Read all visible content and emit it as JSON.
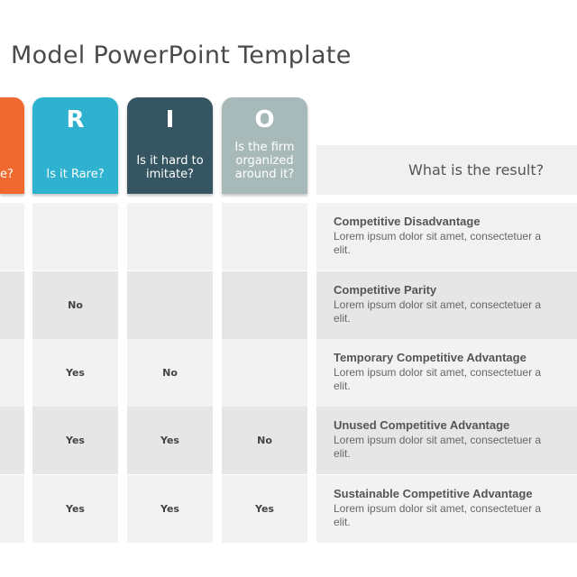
{
  "title": "Model PowerPoint Template",
  "columns": [
    {
      "letter": "",
      "question": "e?",
      "color": "#f0692e"
    },
    {
      "letter": "R",
      "question": "Is it Rare?",
      "color": "#2fb2cf"
    },
    {
      "letter": "I",
      "question": "Is it hard to imitate?",
      "color": "#345561"
    },
    {
      "letter": "O",
      "question": "Is the firm organized around it?",
      "color": "#a8b9ba"
    }
  ],
  "result_header": "What is the result?",
  "rows": [
    {
      "cells": [
        "",
        "",
        "",
        ""
      ],
      "result": "Competitive Disadvantage",
      "desc": "Lorem ipsum dolor sit amet, consectetuer a",
      "desc2": "elit."
    },
    {
      "cells": [
        "",
        "No",
        "",
        ""
      ],
      "result": "Competitive Parity",
      "desc": "Lorem ipsum dolor sit amet, consectetuer a",
      "desc2": "elit."
    },
    {
      "cells": [
        "",
        "Yes",
        "No",
        ""
      ],
      "result": "Temporary Competitive Advantage",
      "desc": "Lorem ipsum dolor sit amet, consectetuer a",
      "desc2": "elit."
    },
    {
      "cells": [
        "",
        "Yes",
        "Yes",
        "No"
      ],
      "result": "Unused Competitive Advantage",
      "desc": "Lorem ipsum dolor sit amet, consectetuer a",
      "desc2": "elit."
    },
    {
      "cells": [
        "",
        "Yes",
        "Yes",
        "Yes"
      ],
      "result": "Sustainable Competitive Advantage",
      "desc": "Lorem ipsum dolor sit amet, consectetuer a",
      "desc2": "elit."
    }
  ],
  "row_colors": [
    "#f2f2f2",
    "#e6e6e6"
  ]
}
